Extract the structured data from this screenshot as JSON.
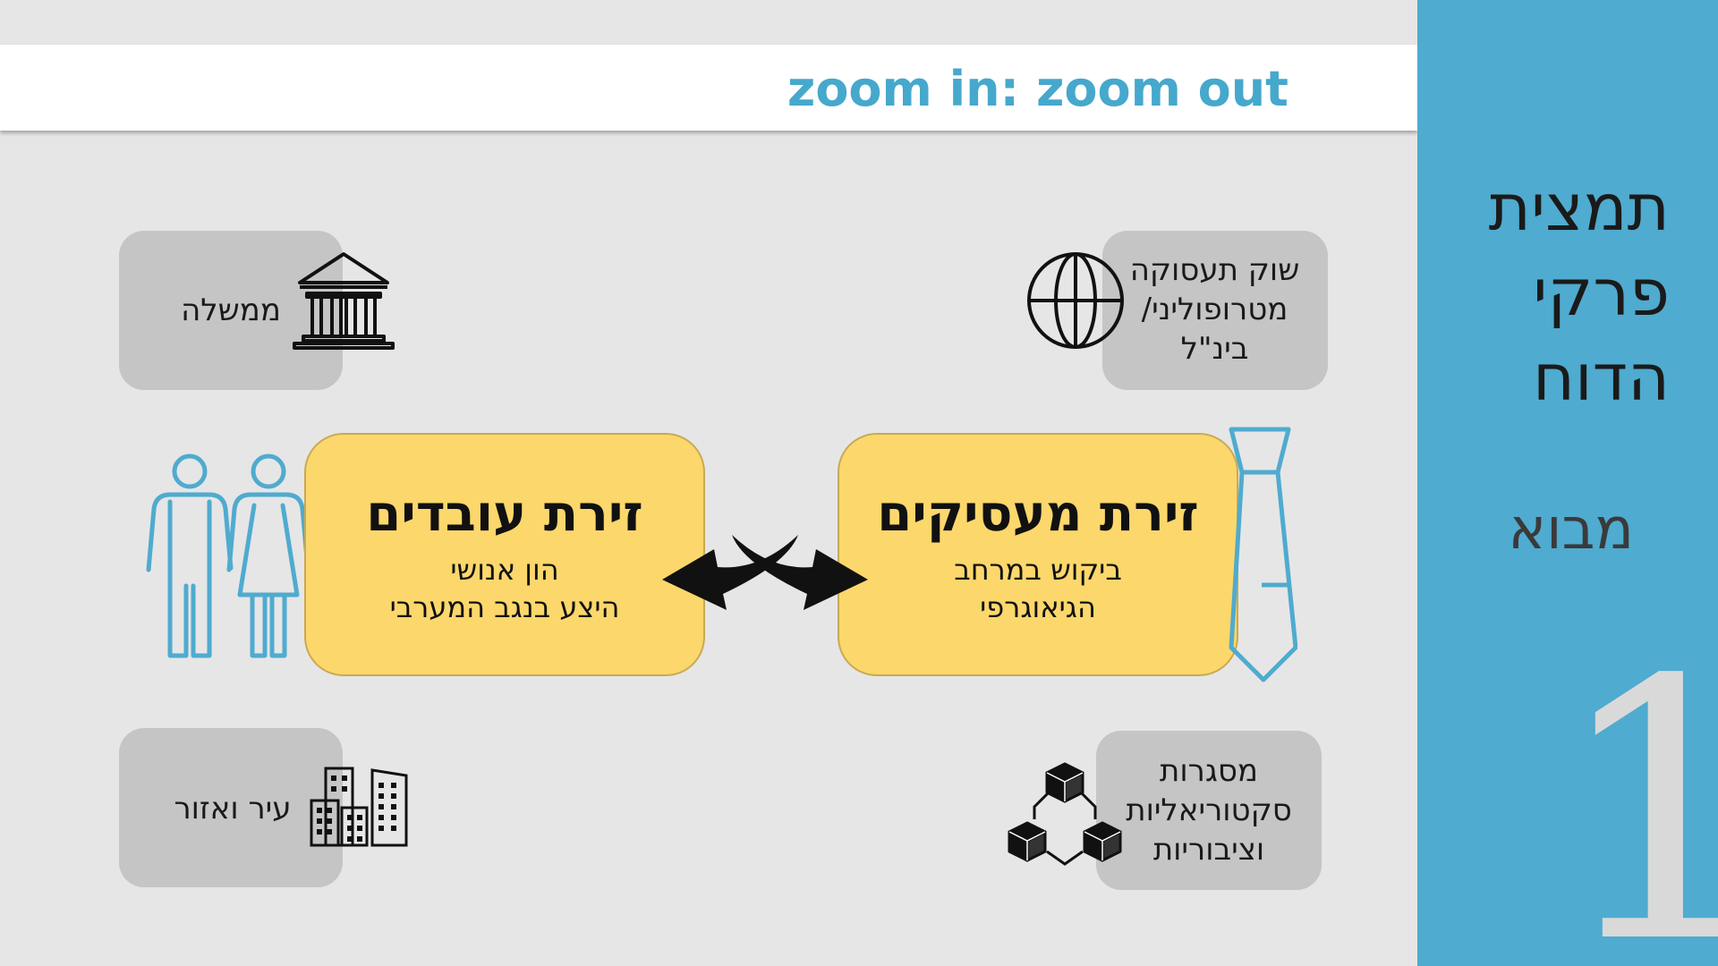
{
  "header": {
    "title": "zoom in: zoom out"
  },
  "side_panel": {
    "title_lines": [
      "תמצית",
      "פרקי",
      "הדוח"
    ],
    "subtitle": "מבוא",
    "chapter_number": "1"
  },
  "context_boxes": {
    "government": {
      "label": "ממשלה",
      "icon": "government-building-icon"
    },
    "labor_market": {
      "lines": [
        "שוק תעסוקה",
        "מטרופוליני/",
        "בינ\"ל"
      ],
      "icon": "globe-icon"
    },
    "city_region": {
      "label": "עיר ואזור",
      "icon": "city-buildings-icon"
    },
    "frameworks": {
      "lines": [
        "מסגרות",
        "סקטוריאליות",
        "וציבוריות"
      ],
      "icon": "network-cubes-icon"
    }
  },
  "arenas": {
    "workers": {
      "title": "זירת עובדים",
      "lines": [
        "הון אנושי",
        "היצע בנגב המערבי"
      ],
      "icon": "people-icon"
    },
    "employers": {
      "title": "זירת מעסיקים",
      "lines": [
        "ביקוש במרחב",
        "הגיאוגרפי"
      ],
      "icon": "necktie-icon"
    }
  },
  "connector": {
    "icon": "double-arrow-icon"
  },
  "colors": {
    "accent": "#4fabcf",
    "title": "#46a8cc",
    "arena_fill": "#fcd76c",
    "box_fill": "#c5c5c5",
    "page_bg": "#e6e6e6"
  }
}
